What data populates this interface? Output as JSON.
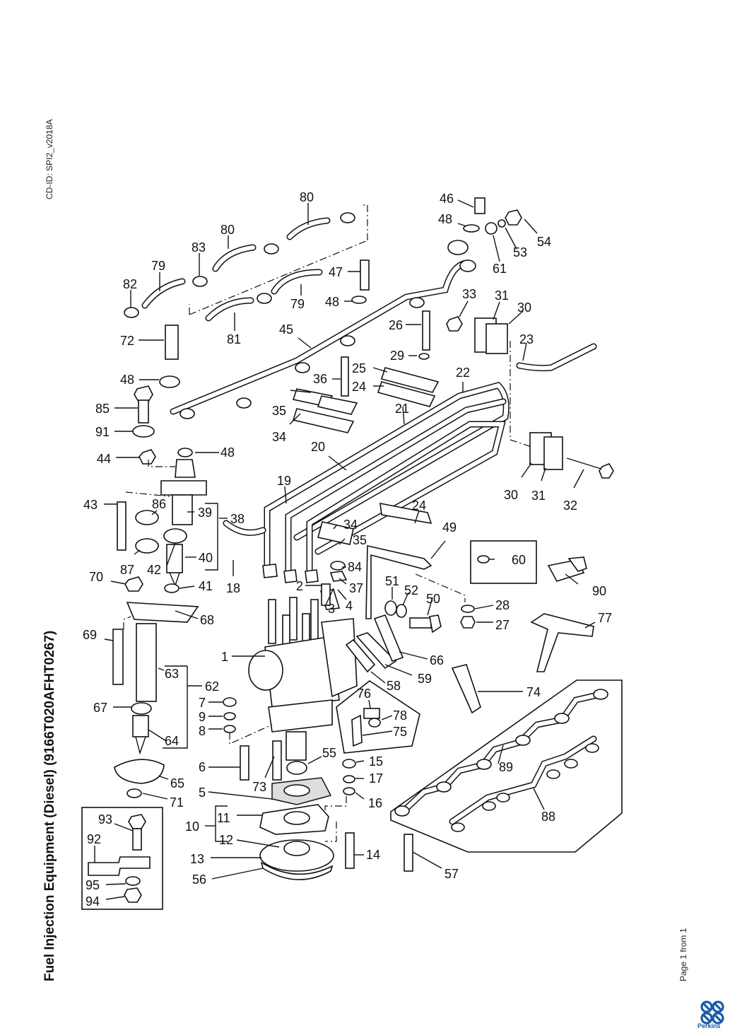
{
  "document": {
    "cd_id": "CD-ID: SPI2_v2018A",
    "title": "Fuel Injection Equipment (Diesel) (9166T020AFHT0267)",
    "page_info": "Page 1 from 1",
    "brand": "Perkins",
    "brand_color": "#1a5aa6"
  },
  "callouts": [
    {
      "id": "80a",
      "text": "80"
    },
    {
      "id": "80b",
      "text": "80"
    },
    {
      "id": "83",
      "text": "83"
    },
    {
      "id": "79a",
      "text": "79"
    },
    {
      "id": "82",
      "text": "82"
    },
    {
      "id": "79b",
      "text": "79"
    },
    {
      "id": "81",
      "text": "81"
    },
    {
      "id": "47",
      "text": "47"
    },
    {
      "id": "48a",
      "text": "48"
    },
    {
      "id": "45",
      "text": "45"
    },
    {
      "id": "72",
      "text": "72"
    },
    {
      "id": "48b",
      "text": "48"
    },
    {
      "id": "85",
      "text": "85"
    },
    {
      "id": "91",
      "text": "91"
    },
    {
      "id": "48c",
      "text": "48"
    },
    {
      "id": "44",
      "text": "44"
    },
    {
      "id": "46",
      "text": "46"
    },
    {
      "id": "48d",
      "text": "48"
    },
    {
      "id": "61",
      "text": "61"
    },
    {
      "id": "53",
      "text": "53"
    },
    {
      "id": "54",
      "text": "54"
    },
    {
      "id": "33",
      "text": "33"
    },
    {
      "id": "31a",
      "text": "31"
    },
    {
      "id": "30a",
      "text": "30"
    },
    {
      "id": "23",
      "text": "23"
    },
    {
      "id": "26",
      "text": "26"
    },
    {
      "id": "29",
      "text": "29"
    },
    {
      "id": "25",
      "text": "25"
    },
    {
      "id": "24a",
      "text": "24"
    },
    {
      "id": "36",
      "text": "36"
    },
    {
      "id": "35a",
      "text": "35"
    },
    {
      "id": "34a",
      "text": "34"
    },
    {
      "id": "22",
      "text": "22"
    },
    {
      "id": "21",
      "text": "21"
    },
    {
      "id": "20",
      "text": "20"
    },
    {
      "id": "30b",
      "text": "30"
    },
    {
      "id": "31b",
      "text": "31"
    },
    {
      "id": "32",
      "text": "32"
    },
    {
      "id": "19",
      "text": "19"
    },
    {
      "id": "43",
      "text": "43"
    },
    {
      "id": "86",
      "text": "86"
    },
    {
      "id": "39",
      "text": "39"
    },
    {
      "id": "38",
      "text": "38"
    },
    {
      "id": "87",
      "text": "87"
    },
    {
      "id": "42",
      "text": "42"
    },
    {
      "id": "40",
      "text": "40"
    },
    {
      "id": "41",
      "text": "41"
    },
    {
      "id": "18",
      "text": "18"
    },
    {
      "id": "34b",
      "text": "34"
    },
    {
      "id": "35b",
      "text": "35"
    },
    {
      "id": "84",
      "text": "84"
    },
    {
      "id": "37",
      "text": "37"
    },
    {
      "id": "2",
      "text": "2"
    },
    {
      "id": "3",
      "text": "3"
    },
    {
      "id": "4",
      "text": "4"
    },
    {
      "id": "24b",
      "text": "24"
    },
    {
      "id": "49",
      "text": "49"
    },
    {
      "id": "60",
      "text": "60"
    },
    {
      "id": "90",
      "text": "90"
    },
    {
      "id": "51",
      "text": "51"
    },
    {
      "id": "52",
      "text": "52"
    },
    {
      "id": "50",
      "text": "50"
    },
    {
      "id": "28",
      "text": "28"
    },
    {
      "id": "27",
      "text": "27"
    },
    {
      "id": "77",
      "text": "77"
    },
    {
      "id": "70",
      "text": "70"
    },
    {
      "id": "68",
      "text": "68"
    },
    {
      "id": "69",
      "text": "69"
    },
    {
      "id": "1",
      "text": "1"
    },
    {
      "id": "66",
      "text": "66"
    },
    {
      "id": "59",
      "text": "59"
    },
    {
      "id": "58",
      "text": "58"
    },
    {
      "id": "63",
      "text": "63"
    },
    {
      "id": "62",
      "text": "62"
    },
    {
      "id": "74",
      "text": "74"
    },
    {
      "id": "76",
      "text": "76"
    },
    {
      "id": "78",
      "text": "78"
    },
    {
      "id": "75",
      "text": "75"
    },
    {
      "id": "7",
      "text": "7"
    },
    {
      "id": "9",
      "text": "9"
    },
    {
      "id": "8",
      "text": "8"
    },
    {
      "id": "67",
      "text": "67"
    },
    {
      "id": "64",
      "text": "64"
    },
    {
      "id": "89",
      "text": "89"
    },
    {
      "id": "6",
      "text": "6"
    },
    {
      "id": "73",
      "text": "73"
    },
    {
      "id": "55",
      "text": "55"
    },
    {
      "id": "15",
      "text": "15"
    },
    {
      "id": "65",
      "text": "65"
    },
    {
      "id": "17",
      "text": "17"
    },
    {
      "id": "71",
      "text": "71"
    },
    {
      "id": "5",
      "text": "5"
    },
    {
      "id": "16",
      "text": "16"
    },
    {
      "id": "88",
      "text": "88"
    },
    {
      "id": "93",
      "text": "93"
    },
    {
      "id": "10",
      "text": "10"
    },
    {
      "id": "11",
      "text": "11"
    },
    {
      "id": "92",
      "text": "92"
    },
    {
      "id": "12",
      "text": "12"
    },
    {
      "id": "13",
      "text": "13"
    },
    {
      "id": "14",
      "text": "14"
    },
    {
      "id": "57",
      "text": "57"
    },
    {
      "id": "95",
      "text": "95"
    },
    {
      "id": "56",
      "text": "56"
    },
    {
      "id": "94",
      "text": "94"
    }
  ]
}
